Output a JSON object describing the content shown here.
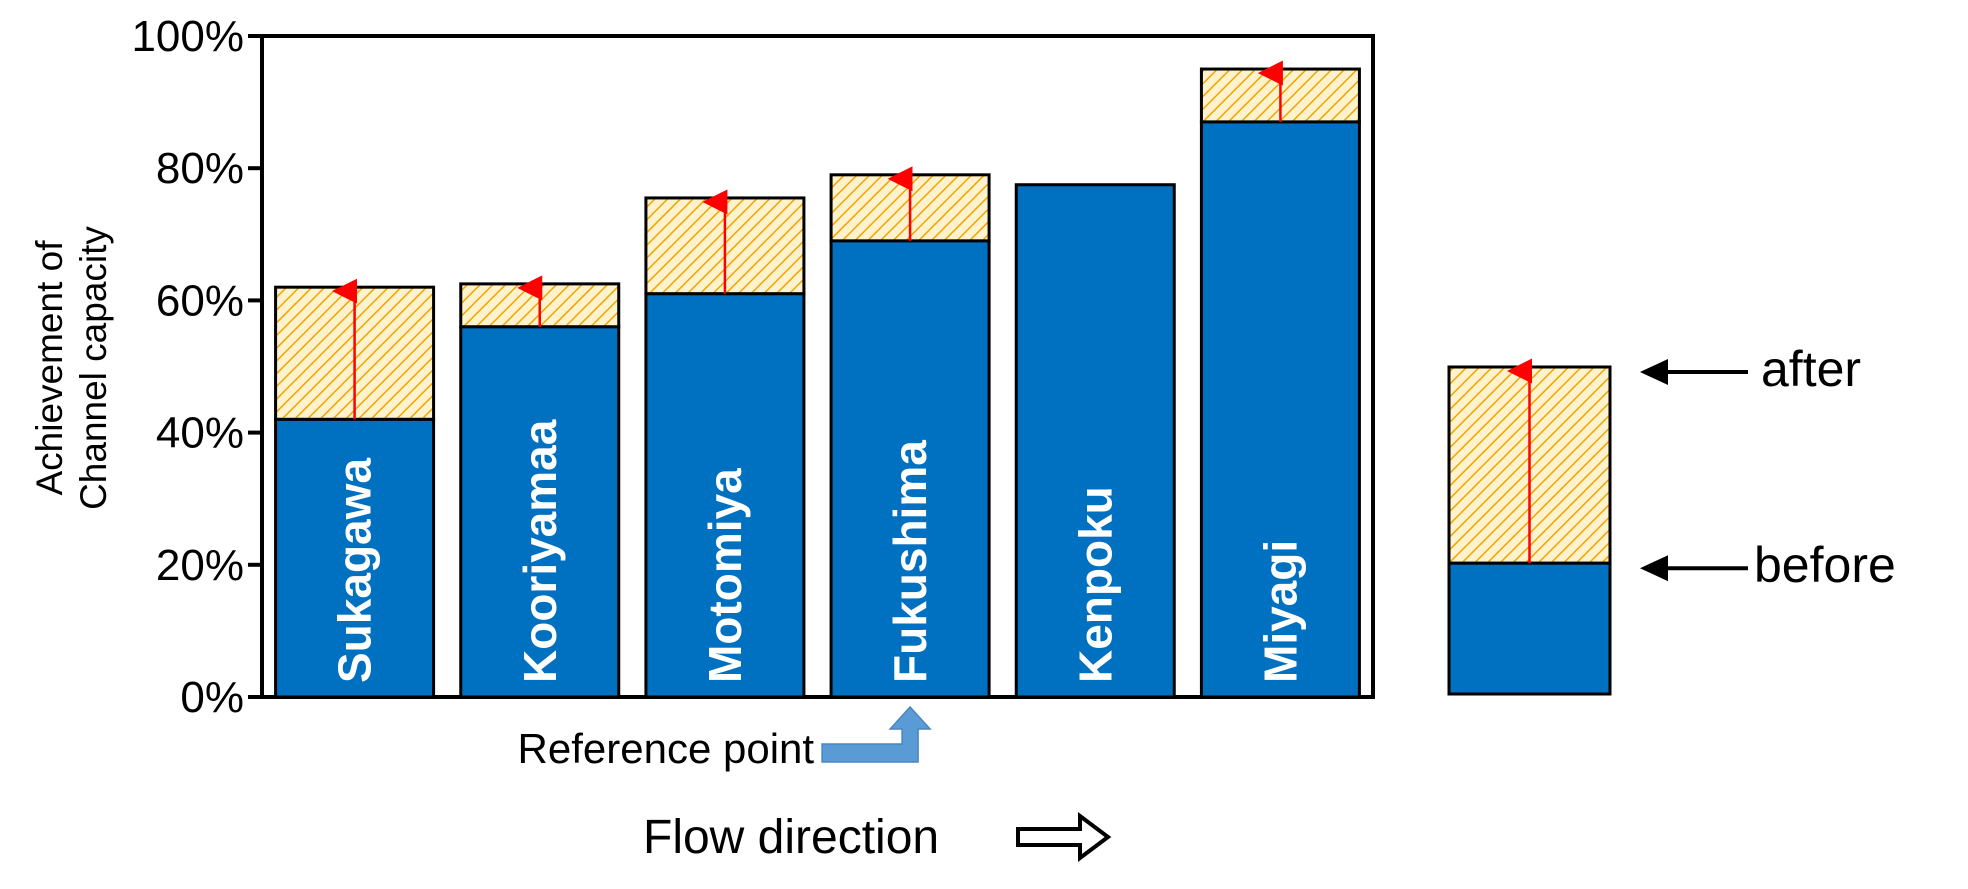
{
  "chart_data": {
    "type": "bar",
    "ylabel_lines": [
      "Achievement of",
      "Channel capacity"
    ],
    "ylim": [
      0,
      100
    ],
    "yticks": [
      0,
      20,
      40,
      60,
      80,
      100
    ],
    "ytick_suffix": "%",
    "grid": false,
    "categories": [
      "Sukagawa",
      "Kooriyamaa",
      "Motomiya",
      "Fukushima",
      "Kenpoku",
      "Miyagi"
    ],
    "series": [
      {
        "name": "before",
        "values": [
          42,
          56,
          61,
          69,
          77.5,
          87
        ]
      },
      {
        "name": "after",
        "values": [
          62,
          62.5,
          75.5,
          79,
          77.5,
          95
        ]
      }
    ],
    "colors": {
      "before": "#0070c0",
      "after_fill": "#fff2cc",
      "after_hatch": "#f0a500",
      "arrow": "#ff0000",
      "reference_arrow": "#5b9bd5"
    },
    "annotations": {
      "reference_point": "Reference point",
      "reference_category": "Fukushima",
      "flow_direction": "Flow direction"
    },
    "legend": {
      "placement": "right",
      "after_label": "after",
      "before_label": "before",
      "before_fraction": 0.4,
      "after_fraction": 1.0
    }
  }
}
